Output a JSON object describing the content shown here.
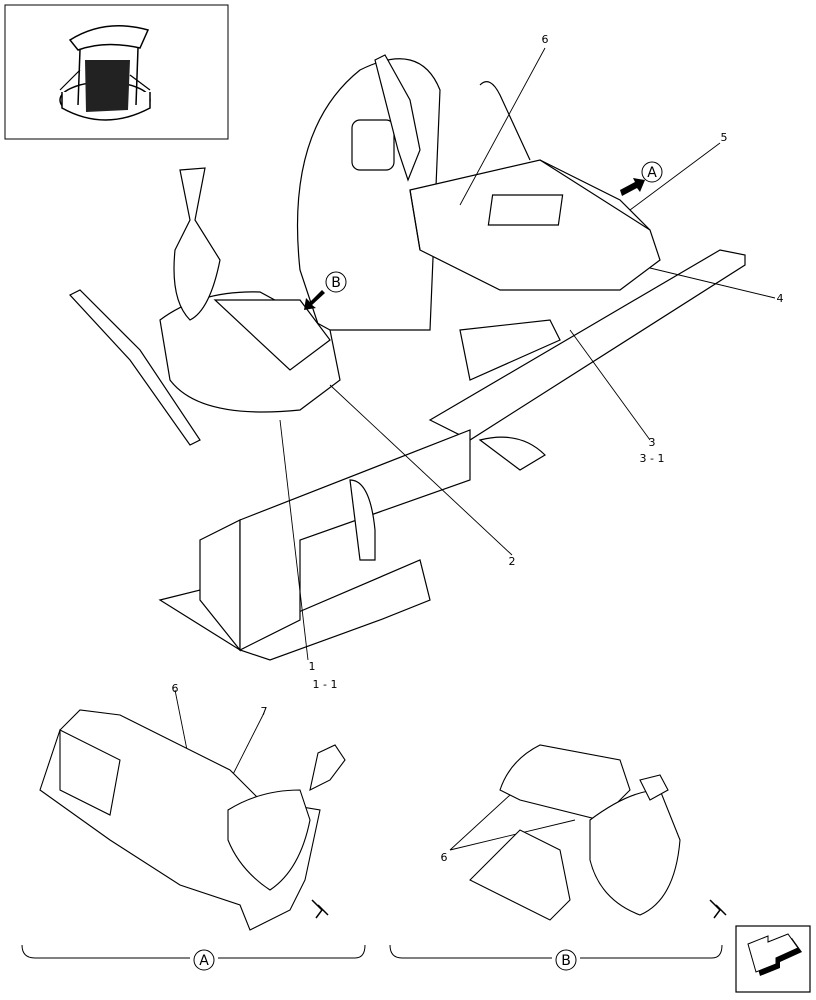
{
  "callouts": {
    "c1": "1",
    "c1_1": "1 - 1",
    "c2": "2",
    "c3": "3",
    "c3_1": "3 - 1",
    "c4": "4",
    "c5": "5",
    "c6_main": "6",
    "c6_a": "6",
    "c7": "7",
    "c6_b": "6"
  },
  "view_markers": {
    "a_main": "A",
    "b_main": "B",
    "a_label": "A",
    "b_label": "B"
  },
  "icons": {
    "navigation": "back-arrow-icon"
  }
}
